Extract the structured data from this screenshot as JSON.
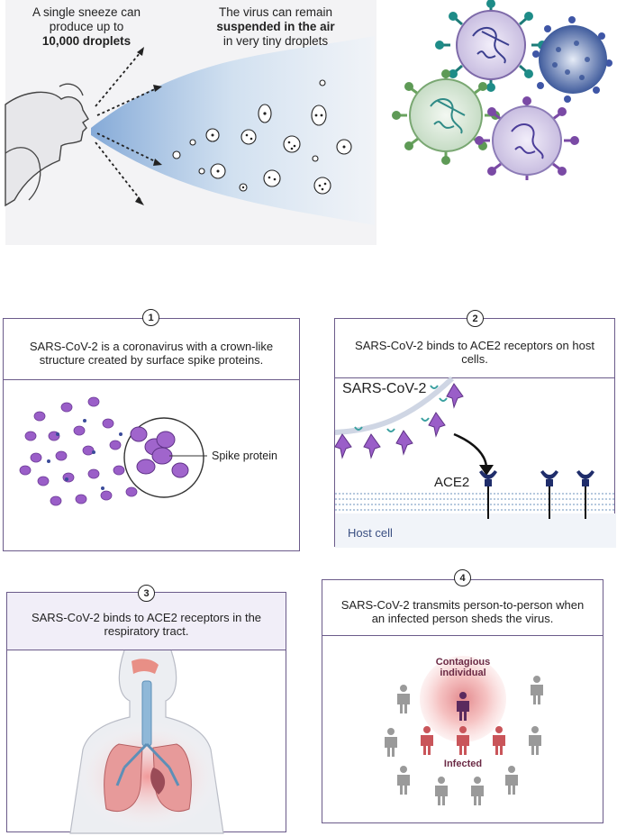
{
  "sneeze": {
    "caption_left_1": "A single sneeze can",
    "caption_left_2": "produce up to",
    "caption_left_bold": "10,000 droplets",
    "caption_right_1": "The virus can remain",
    "caption_right_bold": "suspended in the air",
    "caption_right_2": "in very tiny droplets"
  },
  "steps": [
    {
      "number": "1",
      "text": "SARS-CoV-2 is a coronavirus with a crown-like structure created by surface spike proteins.",
      "label": "Spike protein"
    },
    {
      "number": "2",
      "text": "SARS-CoV-2 binds to ACE2 receptors on host cells.",
      "virus_label": "SARS-CoV-2",
      "receptor_label": "ACE2",
      "cell_label": "Host cell"
    },
    {
      "number": "3",
      "text": "SARS-CoV-2 binds to ACE2 receptors in the respiratory tract."
    },
    {
      "number": "4",
      "text": "SARS-CoV-2 transmits person-to-person when an infected person sheds the virus.",
      "contagious_label_1": "Contagious",
      "contagious_label_2": "individual",
      "infected_label": "Infected"
    }
  ],
  "colors": {
    "frame": "#6b5b8a",
    "header_fill": "#f1eef8",
    "virus_purple": "#8a4fb0",
    "ace2_navy": "#1f2d6b",
    "infected_red": "#c9555a"
  }
}
